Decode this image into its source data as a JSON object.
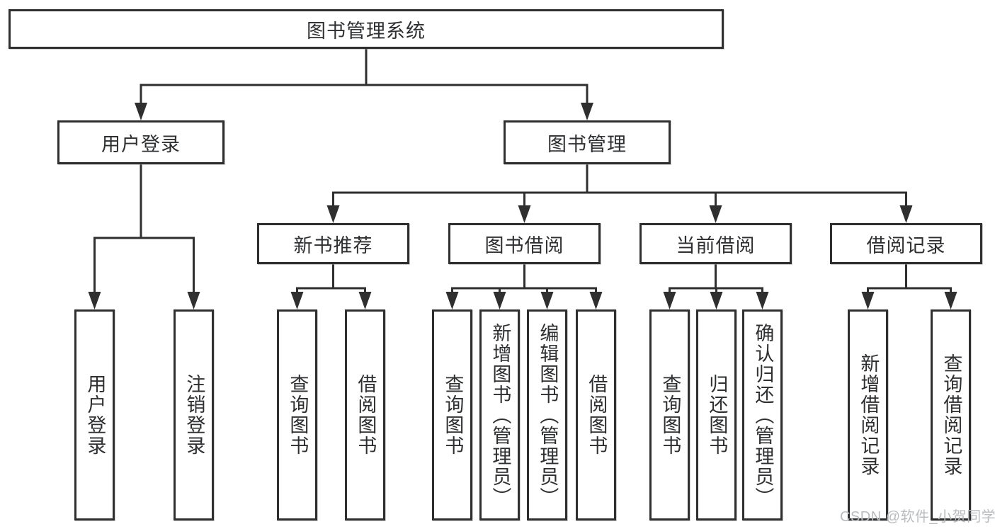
{
  "diagram": {
    "type": "tree",
    "root": {
      "label": "图书管理系统"
    },
    "level2": [
      {
        "label": "用户登录",
        "parent": "图书管理系统"
      },
      {
        "label": "图书管理",
        "parent": "图书管理系统"
      }
    ],
    "level3": [
      {
        "label": "新书推荐",
        "parent": "图书管理"
      },
      {
        "label": "图书借阅",
        "parent": "图书管理"
      },
      {
        "label": "当前借阅",
        "parent": "图书管理"
      },
      {
        "label": "借阅记录",
        "parent": "图书管理"
      }
    ],
    "leaves": [
      {
        "label": "用户登录",
        "parent": "用户登录"
      },
      {
        "label": "注销登录",
        "parent": "用户登录"
      },
      {
        "label": "查询图书",
        "parent": "新书推荐"
      },
      {
        "label": "借阅图书",
        "parent": "新书推荐"
      },
      {
        "label": "查询图书",
        "parent": "图书借阅"
      },
      {
        "label": "新增图书（管理员）",
        "parent": "图书借阅"
      },
      {
        "label": "编辑图书（管理员）",
        "parent": "图书借阅"
      },
      {
        "label": "借阅图书",
        "parent": "图书借阅"
      },
      {
        "label": "查询图书",
        "parent": "当前借阅"
      },
      {
        "label": "归还图书",
        "parent": "当前借阅"
      },
      {
        "label": "确认归还（管理员）",
        "parent": "当前借阅"
      },
      {
        "label": "新增借阅记录",
        "parent": "借阅记录"
      },
      {
        "label": "查询借阅记录",
        "parent": "借阅记录"
      }
    ]
  },
  "watermark": {
    "text": "CSDN @软件_小贺同学"
  },
  "colors": {
    "line": "#2f2f2f",
    "text": "#2e2f31",
    "watermark": "#b9bcbf",
    "background": "#ffffff"
  }
}
